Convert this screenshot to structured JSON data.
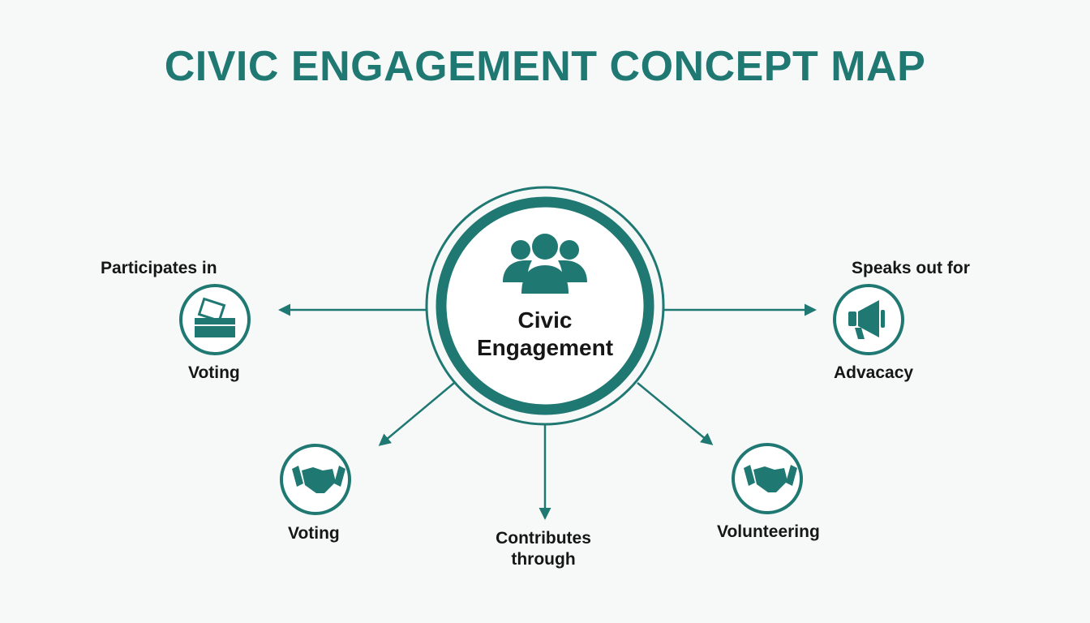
{
  "title": "CIVIC ENGAGEMENT CONCEPT MAP",
  "colors": {
    "accent": "#1f7872",
    "text": "#161616",
    "background": "#f7f9f9"
  },
  "center": {
    "label_line1": "Civic",
    "label_line2": "Engagement",
    "icon": "people-group-icon"
  },
  "nodes": [
    {
      "id": "left",
      "relation": "Participates in",
      "label": "Voting",
      "icon": "ballot-box-icon"
    },
    {
      "id": "right",
      "relation": "Speaks out for",
      "label": "Advacacy",
      "icon": "megaphone-icon"
    },
    {
      "id": "bottom-left",
      "label": "Voting",
      "icon": "handshake-icon"
    },
    {
      "id": "bottom",
      "relation_line1": "Contributes",
      "relation_line2": "through"
    },
    {
      "id": "bottom-right",
      "label": "Volunteering",
      "icon": "handshake-icon"
    }
  ]
}
